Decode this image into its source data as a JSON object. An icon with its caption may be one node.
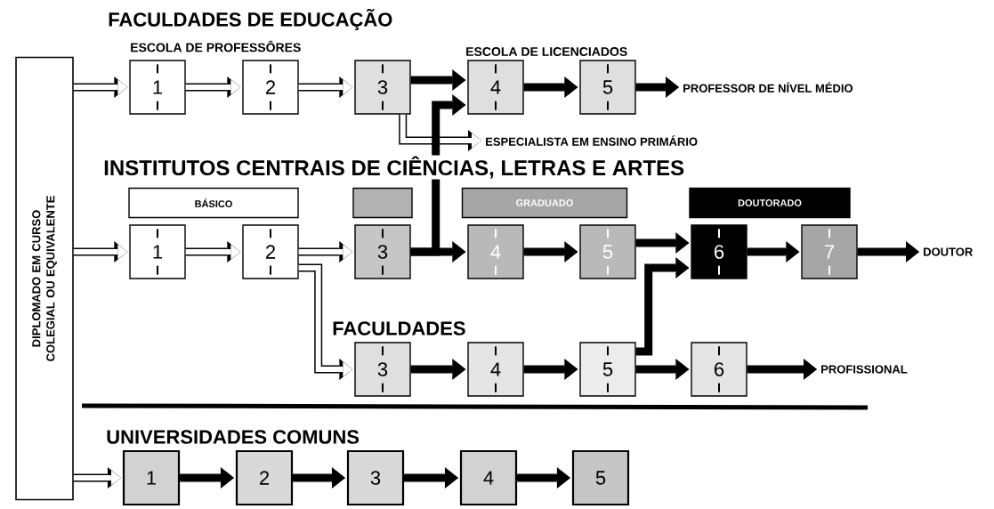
{
  "diagram": {
    "nodes": [
      {
        "text": [
          "DIPLOMADO EM CURSO COLEGIAL OU EQUIVALENTE"
        ]
      },
      {
        "text": [
          "1"
        ]
      },
      {
        "text": [
          "2"
        ]
      },
      {
        "text": [
          "3"
        ]
      },
      {
        "text": [
          "4"
        ]
      },
      {
        "text": [
          "5"
        ]
      },
      {
        "text": [
          "PROFESSOR DE NÍVEL MÉDIO"
        ]
      },
      {
        "text": [
          "ESPECIALISTA EM ENSINO PRIMÁRIO"
        ]
      },
      {
        "text": [
          "BÁSICO"
        ]
      },
      {
        "text": [],
        "shape": "box"
      },
      {
        "text": [
          "GRADUADO"
        ]
      },
      {
        "text": [
          "DOUTORADO"
        ]
      },
      {
        "text": [
          "1"
        ]
      },
      {
        "text": [
          "2"
        ]
      },
      {
        "text": [
          "3"
        ]
      },
      {
        "text": [
          "4"
        ]
      },
      {
        "text": [
          "5"
        ]
      },
      {
        "text": [
          "6"
        ]
      },
      {
        "text": [
          "7"
        ]
      },
      {
        "text": [
          "DOUTOR"
        ]
      },
      {
        "text": [
          "3"
        ]
      },
      {
        "text": [
          "4"
        ]
      },
      {
        "text": [
          "5"
        ]
      },
      {
        "text": [
          "6"
        ]
      },
      {
        "text": [
          "PROFISSIONAL"
        ]
      },
      {
        "text": [
          "1"
        ]
      },
      {
        "text": [
          "2"
        ]
      },
      {
        "text": [
          "3"
        ]
      },
      {
        "text": [
          "4"
        ]
      },
      {
        "text": [
          "5"
        ]
      }
    ],
    "edges": [
      {
        "from": 0,
        "to": 1,
        "arrow": "to",
        "color": "#ffffff"
      },
      {
        "from": 1,
        "to": 2,
        "arrow": "to",
        "color": "#ffffff"
      },
      {
        "from": 2,
        "to": 3,
        "arrow": "to",
        "color": "#ffffff"
      },
      {
        "from": 3,
        "to": 4,
        "arrow": "to"
      },
      {
        "from": 3,
        "to": 7,
        "arrow": "to",
        "color": "#ffffff"
      },
      {
        "from": 4,
        "to": 5,
        "arrow": "to"
      },
      {
        "from": 5,
        "to": 6,
        "arrow": "to"
      },
      {
        "from": 14,
        "to": 4,
        "arrow": "to"
      },
      {
        "from": 0,
        "to": 12,
        "arrow": "to",
        "color": "#ffffff"
      },
      {
        "from": 12,
        "to": 13,
        "arrow": "to",
        "color": "#ffffff"
      },
      {
        "from": 13,
        "to": 14,
        "arrow": "to",
        "color": "#ffffff"
      },
      {
        "from": 14,
        "to": 15,
        "arrow": "to"
      },
      {
        "from": 15,
        "to": 16,
        "arrow": "to"
      },
      {
        "from": 16,
        "to": 17,
        "arrow": "to"
      },
      {
        "from": 17,
        "to": 18,
        "arrow": "to"
      },
      {
        "from": 18,
        "to": 19,
        "arrow": "to"
      },
      {
        "from": 13,
        "to": 20,
        "arrow": "to",
        "color": "#ffffff"
      },
      {
        "from": 20,
        "to": 21,
        "arrow": "to"
      },
      {
        "from": 21,
        "to": 22,
        "arrow": "to"
      },
      {
        "from": 22,
        "to": 23,
        "arrow": "to"
      },
      {
        "from": 22,
        "to": 17,
        "arrow": "to"
      },
      {
        "from": 23,
        "to": 24,
        "arrow": "to"
      },
      {
        "from": 0,
        "to": 25,
        "arrow": "to",
        "color": "#ffffff"
      },
      {
        "from": 25,
        "to": 26,
        "arrow": "to"
      },
      {
        "from": 26,
        "to": 27,
        "arrow": "to"
      },
      {
        "from": 27,
        "to": 28,
        "arrow": "to"
      },
      {
        "from": 28,
        "to": 29,
        "arrow": "to"
      }
    ],
    "labels": [
      "FACULDADES DE EDUCAÇÃO",
      "ESCOLA DE PROFESSÔRES",
      "ESCOLA DE LICENCIADOS",
      "INSTITUTOS CENTRAIS DE CIÊNCIAS, LETRAS E ARTES",
      "FACULDADES",
      "UNIVERSIDADES COMUNS"
    ]
  }
}
